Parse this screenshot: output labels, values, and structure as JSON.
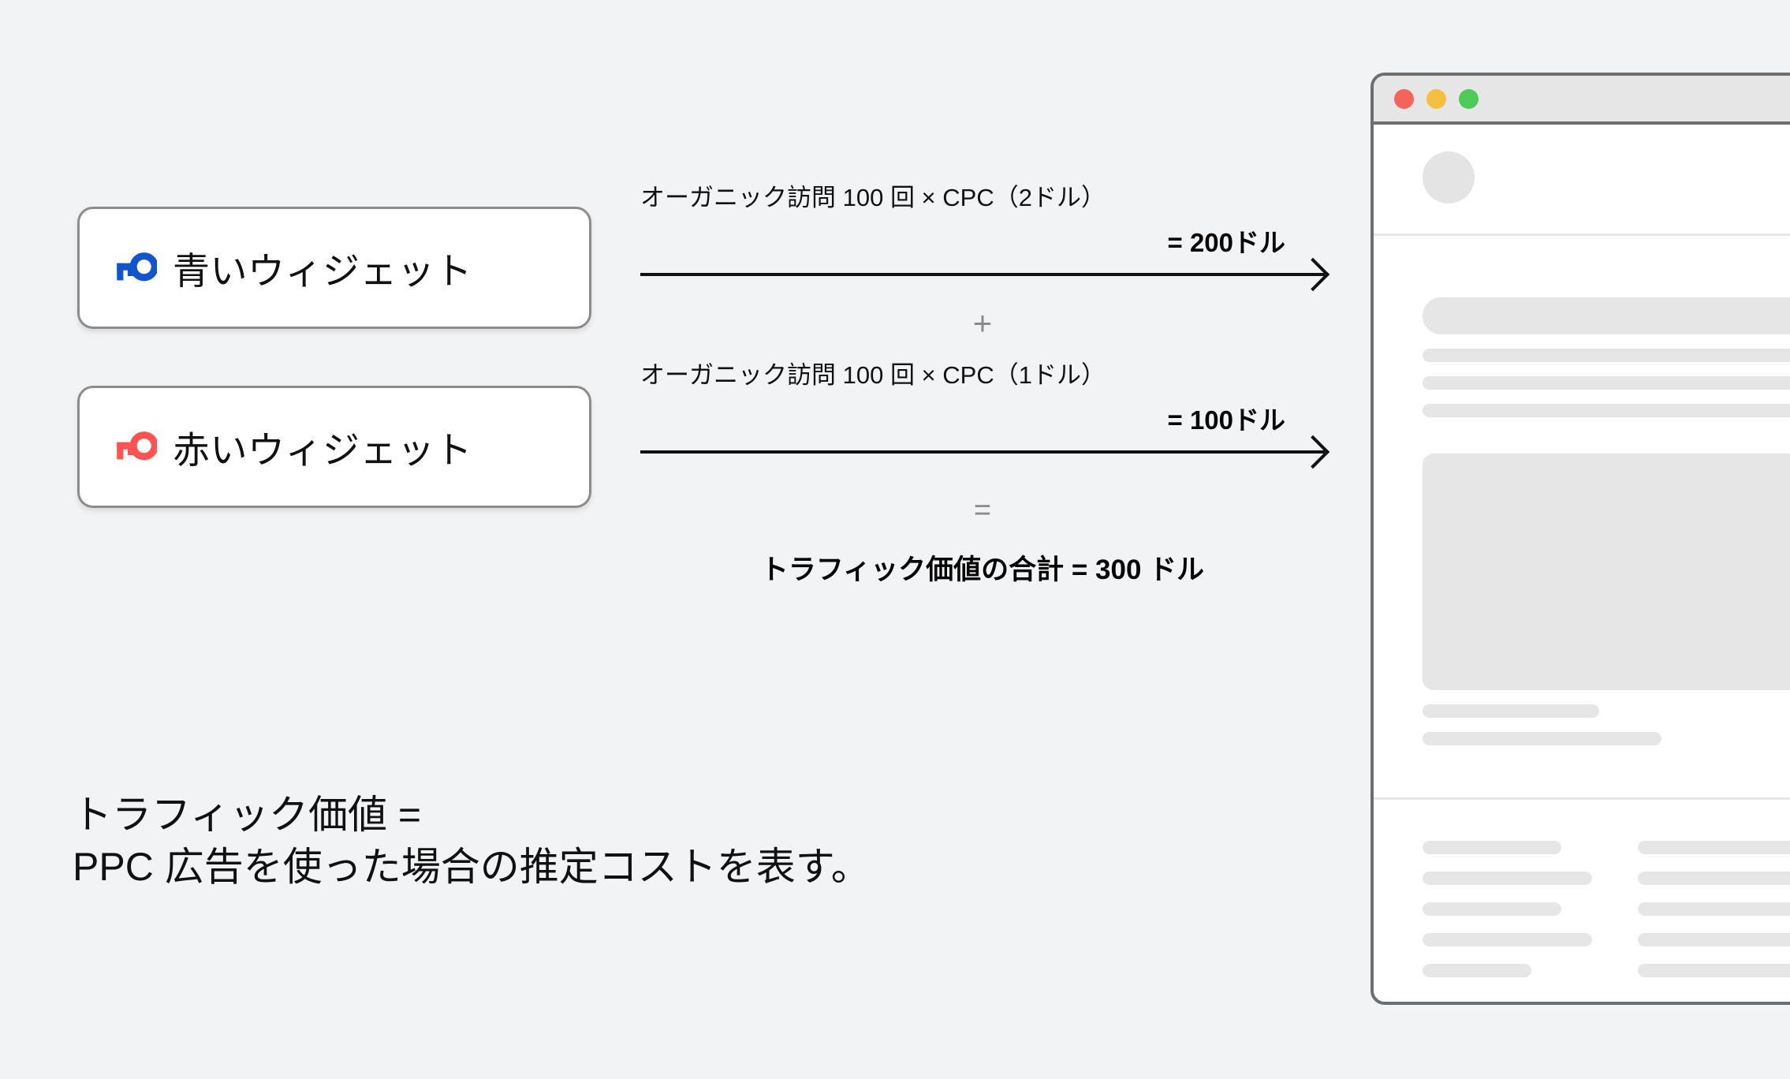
{
  "canvas": {
    "background_color": "#f2f3f5"
  },
  "widgets": {
    "items": [
      {
        "label": "青いウィジェット",
        "icon": "key-icon",
        "icon_color": "#1155cc"
      },
      {
        "label": "赤いウィジェット",
        "icon": "key-icon",
        "icon_color": "#ff5252"
      }
    ]
  },
  "formulas": {
    "rows": [
      {
        "expression": "オーガニック訪問 100 回 × CPC（2ドル）",
        "result": "= 200ドル"
      },
      {
        "expression": "オーガニック訪問 100 回 × CPC（1ドル）",
        "result": "= 100ドル"
      }
    ],
    "operator_plus": "+",
    "operator_equals": "=",
    "total": "トラフィック価値の合計 = 300 ドル"
  },
  "caption": {
    "text": "トラフィック価値 =\nPPC 広告を使った場合の推定コストを表す。"
  },
  "browser": {
    "traffic_lights": [
      {
        "name": "close",
        "color": "#f4645a"
      },
      {
        "name": "minimize",
        "color": "#f5bf3f"
      },
      {
        "name": "zoom",
        "color": "#4dcb58"
      }
    ]
  },
  "chart_data": {
    "type": "table",
    "title": "トラフィック価値の合計 = 300 ドル",
    "categories": [
      "青いウィジェット",
      "赤いウィジェット"
    ],
    "series": [
      {
        "name": "オーガニック訪問 (回)",
        "values": [
          100,
          100
        ]
      },
      {
        "name": "CPC (ドル)",
        "values": [
          2,
          1
        ]
      },
      {
        "name": "トラフィック価値 (ドル)",
        "values": [
          200,
          100
        ]
      }
    ],
    "total": 300,
    "unit": "ドル",
    "xlabel": "",
    "ylabel": "トラフィック価値"
  }
}
